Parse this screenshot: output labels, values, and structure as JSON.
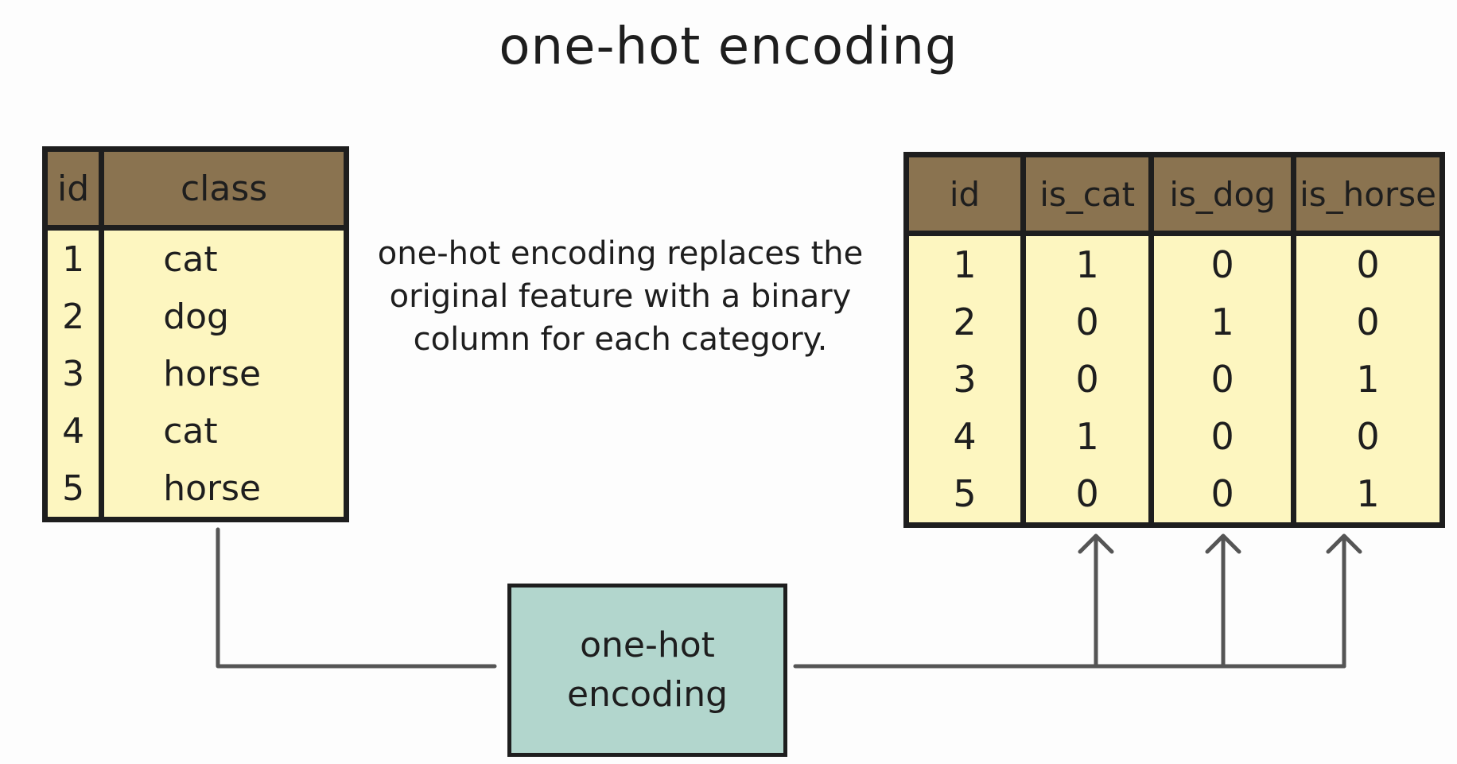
{
  "title": "one-hot encoding",
  "description": "one-hot encoding replaces the original feature with a binary column for each category.",
  "input_table": {
    "headers": [
      "id",
      "class"
    ],
    "rows": [
      [
        "1",
        "cat"
      ],
      [
        "2",
        "dog"
      ],
      [
        "3",
        "horse"
      ],
      [
        "4",
        "cat"
      ],
      [
        "5",
        "horse"
      ]
    ]
  },
  "encoder_box": {
    "label": "one-hot encoding"
  },
  "output_table": {
    "headers": [
      "id",
      "is_cat",
      "is_dog",
      "is_horse"
    ],
    "rows": [
      [
        "1",
        "1",
        "0",
        "0"
      ],
      [
        "2",
        "0",
        "1",
        "0"
      ],
      [
        "3",
        "0",
        "0",
        "1"
      ],
      [
        "4",
        "1",
        "0",
        "0"
      ],
      [
        "5",
        "0",
        "0",
        "1"
      ]
    ]
  },
  "colors": {
    "header_fill": "#8a7350",
    "cell_fill": "#fdf6c0",
    "encoder_fill": "#b2d6cd",
    "line_color": "#555555"
  }
}
